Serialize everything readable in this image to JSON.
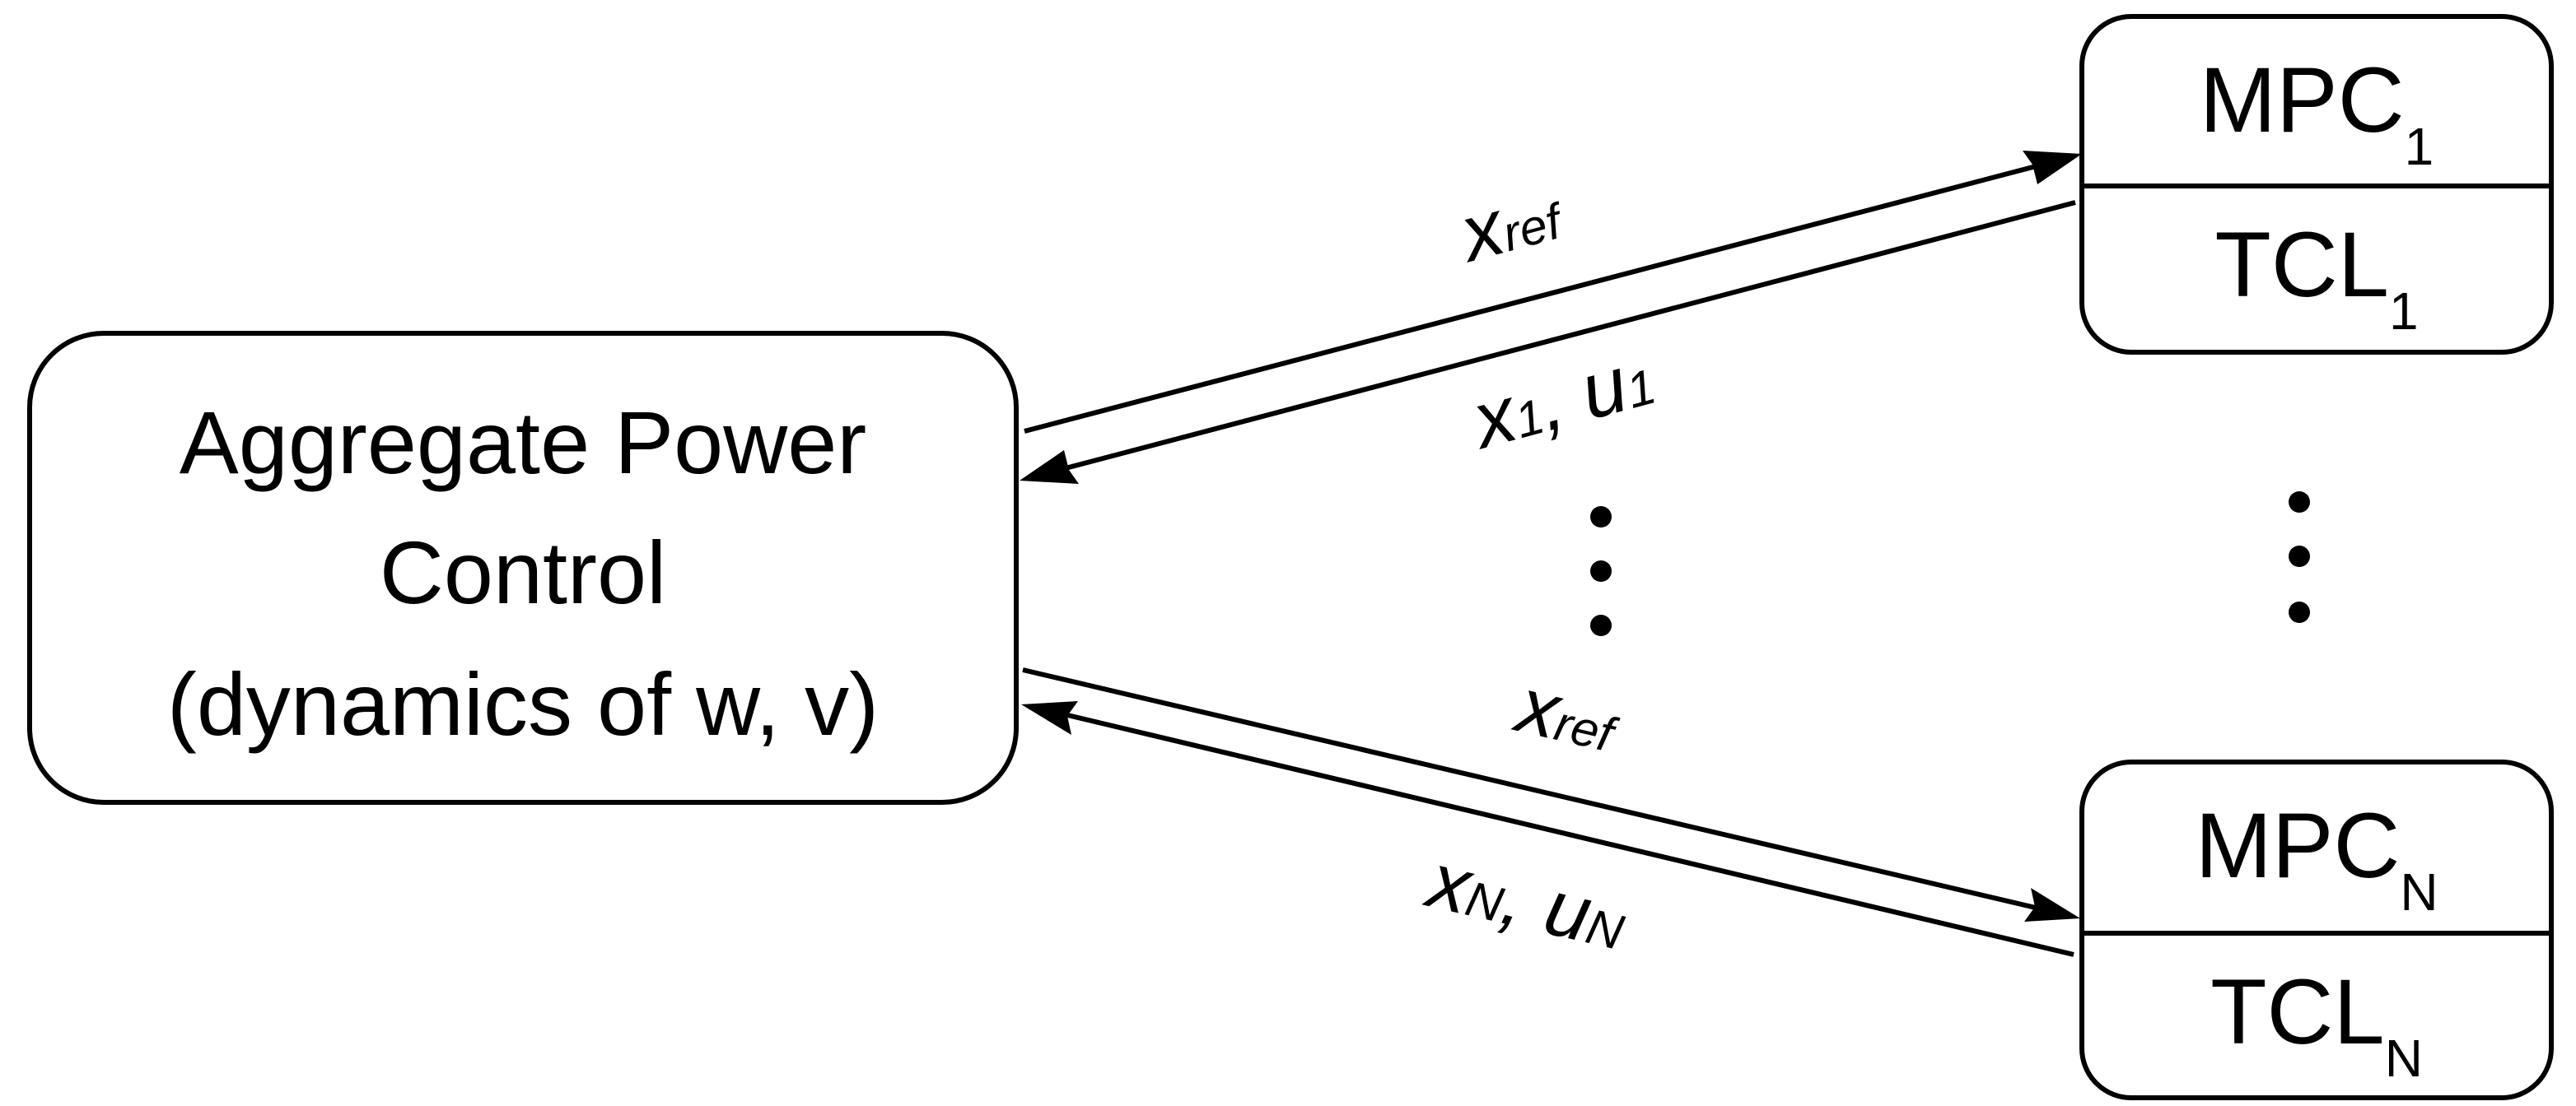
{
  "controller": {
    "line1": "Aggregate Power",
    "line2": "Control",
    "line3": "(dynamics of w, v)"
  },
  "nodes": [
    {
      "mpc": "MPC",
      "mpc_sub": "1",
      "tcl": "TCL",
      "tcl_sub": "1"
    },
    {
      "mpc": "MPC",
      "mpc_sub": "N",
      "tcl": "TCL",
      "tcl_sub": "N"
    }
  ],
  "edges": {
    "top_out": {
      "main": "x",
      "sub": "ref"
    },
    "top_in": {
      "x": "x",
      "x_sub": "1",
      "sep": ", ",
      "u": "u",
      "u_sub": "1"
    },
    "bottom_out": {
      "main": "x",
      "sub": "ref"
    },
    "bottom_in": {
      "x": "x",
      "x_sub": "N",
      "sep": ", ",
      "u": "u",
      "u_sub": "N"
    }
  },
  "ellipsis": "⋮"
}
